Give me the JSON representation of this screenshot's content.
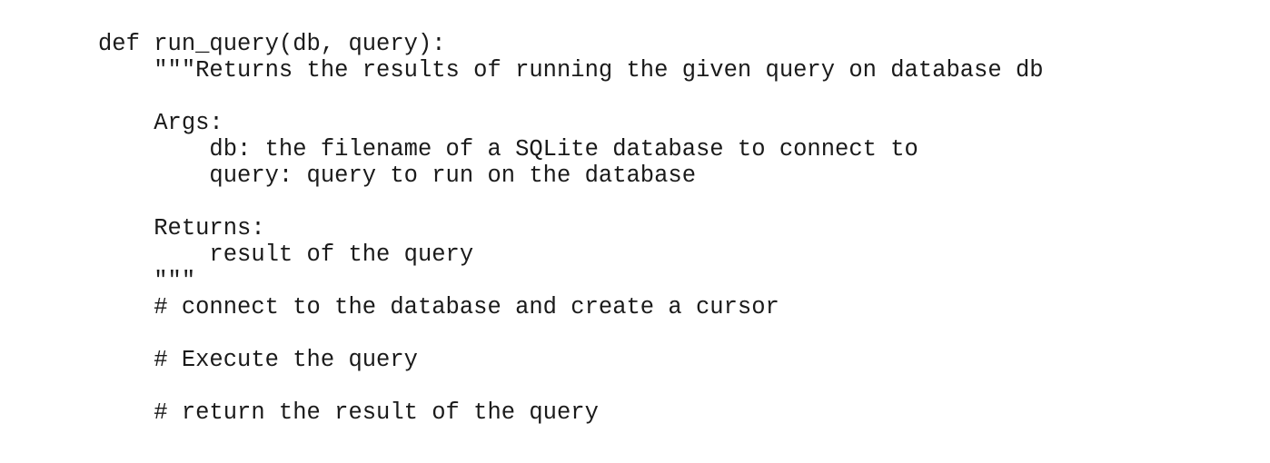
{
  "code": {
    "lines": [
      "def run_query(db, query):",
      "    \"\"\"Returns the results of running the given query on database db",
      "",
      "    Args:",
      "        db: the filename of a SQLite database to connect to",
      "        query: query to run on the database",
      "",
      "    Returns:",
      "        result of the query",
      "    \"\"\"",
      "    # connect to the database and create a cursor",
      "",
      "    # Execute the query",
      "",
      "    # return the result of the query"
    ]
  }
}
